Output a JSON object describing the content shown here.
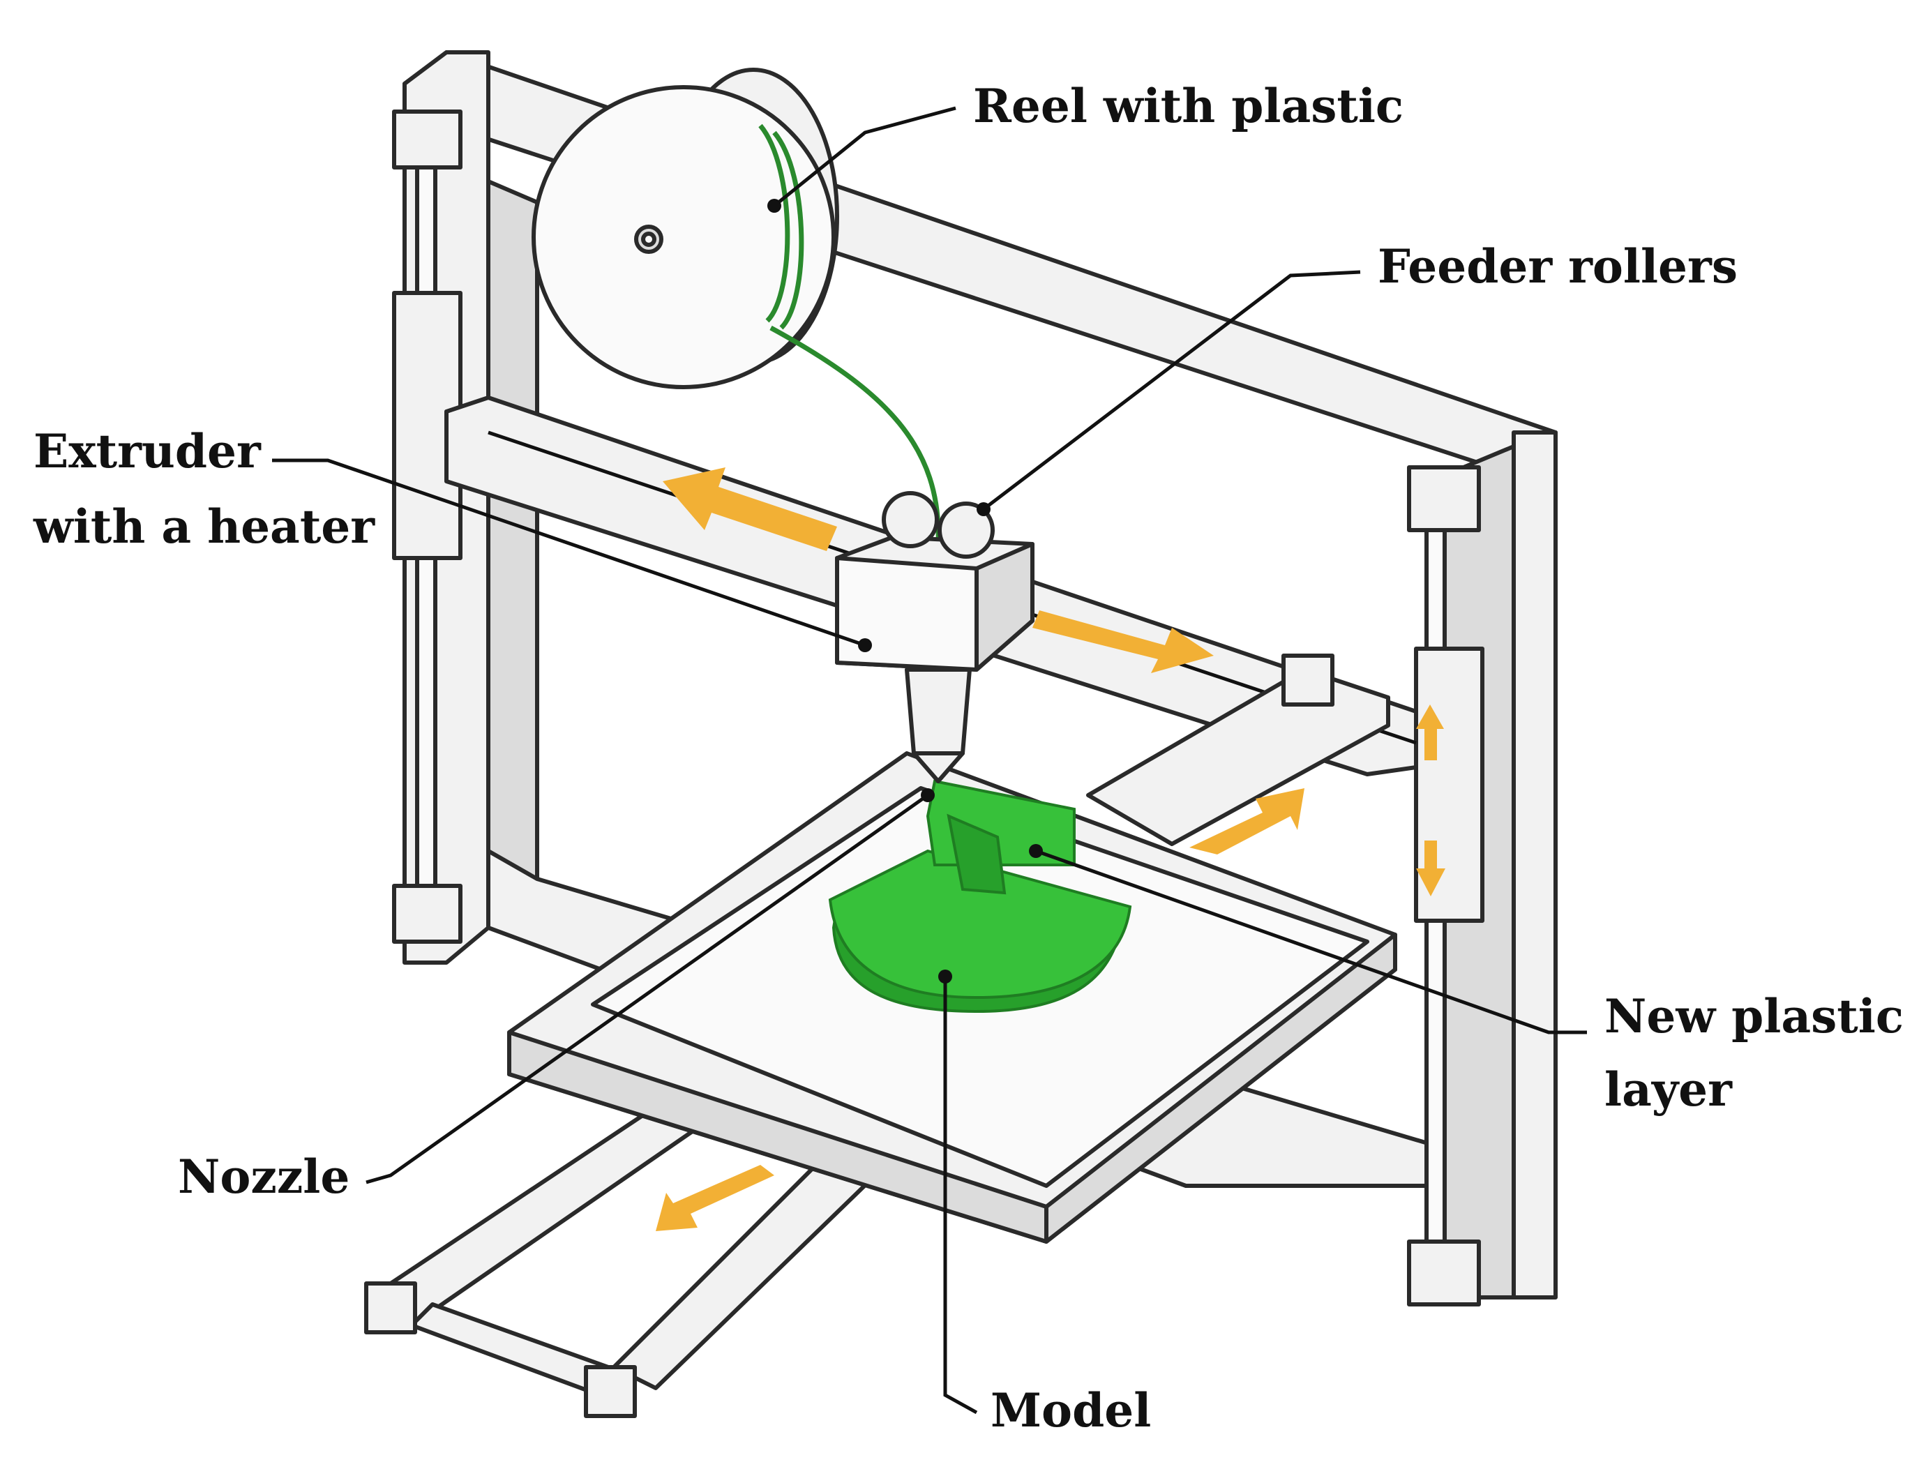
{
  "labels": {
    "reel": "Reel with plastic",
    "feeder": "Feeder rollers",
    "extruder_line1": "Extruder",
    "extruder_line2": "with a heater",
    "new_layer_line1": "New plastic",
    "new_layer_line2": "layer",
    "nozzle": "Nozzle",
    "model": "Model"
  },
  "colors": {
    "motion_arrows": "#f2b035",
    "filament_and_model": "#37c13a",
    "frame": "#f2f2f2",
    "outline": "#2a2a2a"
  },
  "icons": {
    "motion_arrow": "block-arrow-icon",
    "reel": "filament-spool-icon",
    "rollers": "gear-icon"
  }
}
